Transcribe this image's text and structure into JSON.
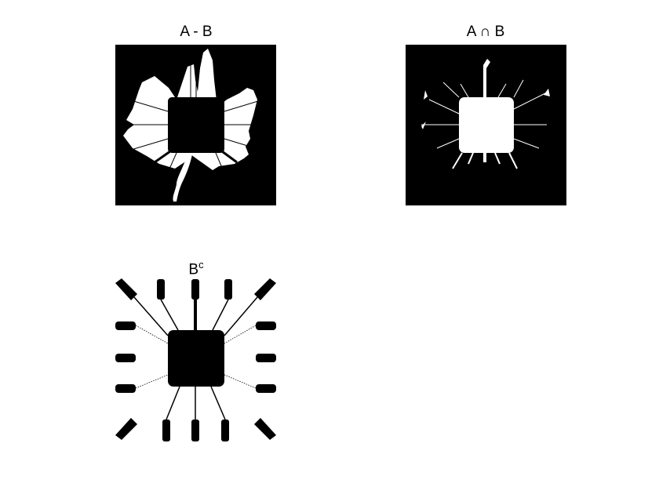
{
  "figure": {
    "panels": [
      {
        "title": "A - B"
      },
      {
        "title": "A ∩ B"
      },
      {
        "title_base": "B",
        "title_sup": "c"
      }
    ]
  },
  "colors": {
    "foreground": "#ffffff",
    "background": "#000000"
  }
}
